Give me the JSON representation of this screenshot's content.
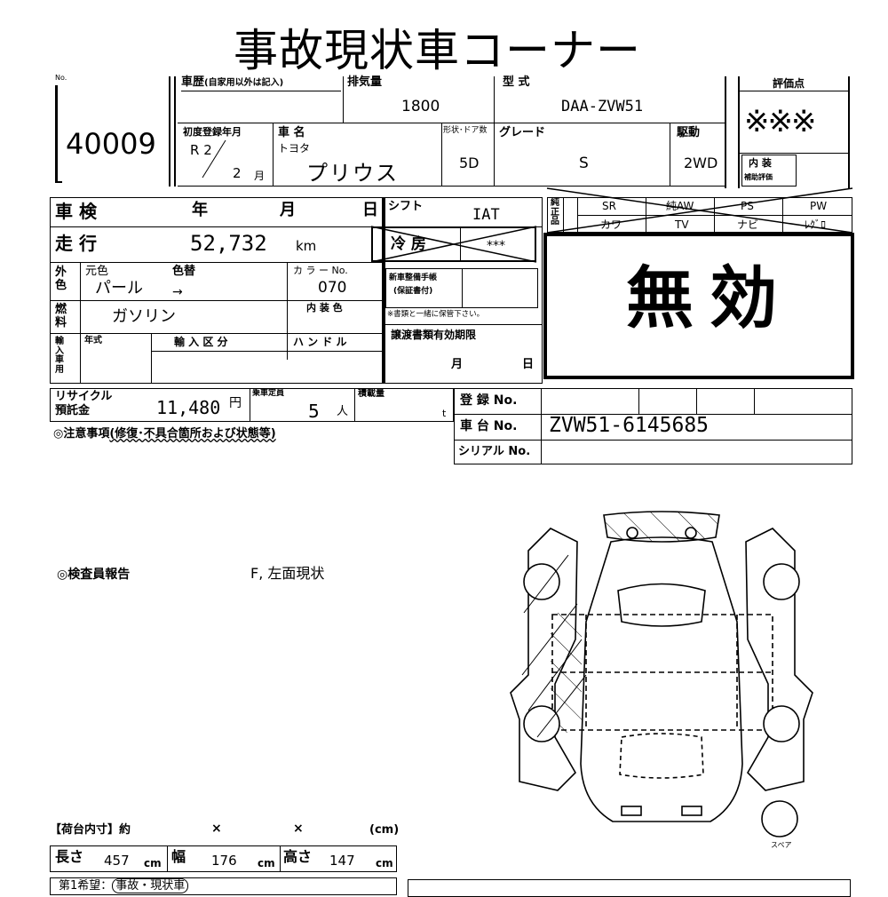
{
  "title": "事故現状車コーナー",
  "lot": {
    "no_label": "No.",
    "number": "40009"
  },
  "history": {
    "label": "車歴",
    "note": "(自家用以外は記入)"
  },
  "displacement": {
    "label": "排気量",
    "value": "1800"
  },
  "model": {
    "label": "型 式",
    "value": "DAA-ZVW51"
  },
  "rating": {
    "label": "評価点",
    "value": "※※※"
  },
  "first_reg": {
    "label": "初度登録年月",
    "era_year": "R 2",
    "month": "2",
    "month_unit": "月"
  },
  "car_name": {
    "label": "車 名",
    "maker": "トヨタ",
    "name": "プリウス"
  },
  "shape": {
    "label": "形状･ドア数",
    "value": "5D"
  },
  "grade": {
    "label": "グレード",
    "value": "S"
  },
  "drive": {
    "label": "駆動",
    "value": "2WD"
  },
  "interior": {
    "label": "内 装",
    "sub": "補助評価"
  },
  "inspection": {
    "label": "車 検",
    "year": "年",
    "month": "月",
    "day": "日"
  },
  "shift": {
    "label": "シフト",
    "value": "IAT"
  },
  "equipment": {
    "side_label": "純正品",
    "row1": [
      "SR",
      "純AW",
      "PS",
      "PW"
    ],
    "row2": [
      "カワ",
      "TV",
      "ナビ",
      "ﾚｸﾞﾛ"
    ]
  },
  "mileage": {
    "label": "走 行",
    "value": "52,732",
    "unit": "km"
  },
  "aircon": {
    "label": "冷 房",
    "value": "***"
  },
  "invalid_stamp": "無効",
  "color": {
    "side_label": "外色",
    "orig_label": "元色",
    "change_label": "色替",
    "orig": "パール",
    "arrow": "→",
    "code_label": "カ ラ ー No.",
    "code": "070"
  },
  "maintenance": {
    "label": "新車整備手帳",
    "sub": "(保証書付)",
    "note": "※書類と一緒に保管下さい。"
  },
  "fuel": {
    "side_label": "燃料",
    "value": "ガソリン",
    "interior_color_label": "内 装 色"
  },
  "import": {
    "side_label": "輸入車用",
    "year_label": "年式",
    "type_label": "輸 入 区 分",
    "handle_label": "ハ ン ド ル"
  },
  "transfer": {
    "label": "譲渡書類有効期限",
    "month": "月",
    "day": "日"
  },
  "recycle": {
    "label": "リサイクル",
    "label2": "預託金",
    "value": "11,480",
    "unit": "円"
  },
  "capacity": {
    "label": "乗車定員",
    "value": "5",
    "unit": "人"
  },
  "load": {
    "label": "積載量",
    "unit": "t"
  },
  "registration": {
    "label": "登 録 No.",
    "chassis_label": "車 台 No.",
    "chassis": "ZVW51-6145685",
    "serial_label": "シリアル No."
  },
  "notes": {
    "label": "◎注意事項",
    "desc": "(修復･不具合箇所および状態等)"
  },
  "inspector": {
    "label": "◎検査員報告",
    "text": "F, 左面現状"
  },
  "cargo": {
    "label": "【荷台内寸】約",
    "x1": "×",
    "x2": "×",
    "unit": "(cm)"
  },
  "dims": {
    "length_label": "長さ",
    "length": "457",
    "width_label": "幅",
    "width": "176",
    "height_label": "高さ",
    "height": "147",
    "unit": "cm"
  },
  "request": {
    "label": "第1希望：",
    "value": "事故・現状車"
  },
  "spare_label": "スペア"
}
